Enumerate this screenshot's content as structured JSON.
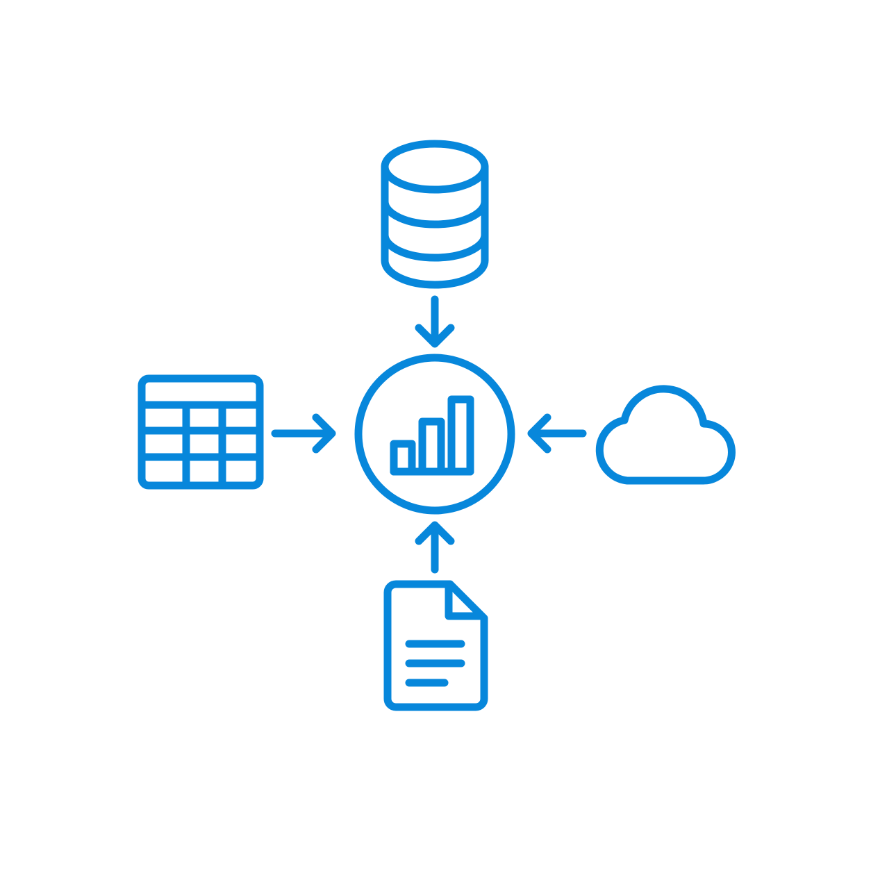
{
  "colors": {
    "accent": "#0787db",
    "background": "#ffffff"
  },
  "nodes": [
    {
      "id": "hub",
      "icon": "bar-chart-in-circle-icon"
    },
    {
      "id": "database",
      "icon": "database-icon"
    },
    {
      "id": "table",
      "icon": "table-grid-icon"
    },
    {
      "id": "cloud",
      "icon": "cloud-icon"
    },
    {
      "id": "document",
      "icon": "document-icon"
    }
  ],
  "edges": [
    {
      "from": "database",
      "to": "hub"
    },
    {
      "from": "table",
      "to": "hub"
    },
    {
      "from": "cloud",
      "to": "hub"
    },
    {
      "from": "document",
      "to": "hub"
    }
  ]
}
